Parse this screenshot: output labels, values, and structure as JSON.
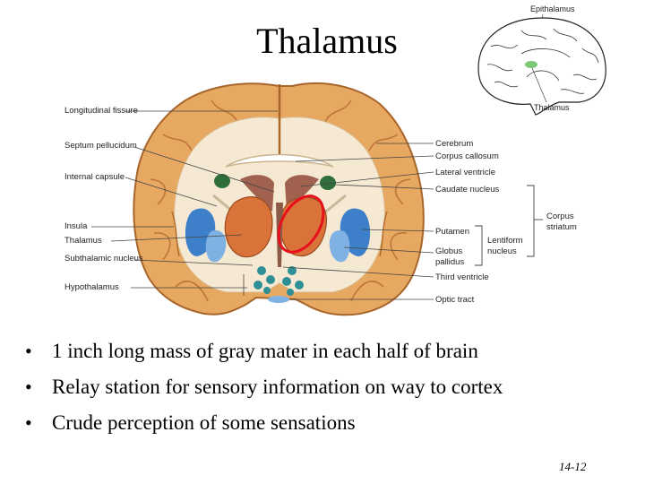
{
  "slide": {
    "title": "Thalamus",
    "slide_number": "14-12"
  },
  "figure": {
    "left_labels": [
      "Longitudinal fissure",
      "Septum pellucidum",
      "Internal capsule",
      "Insula",
      "Thalamus",
      "Subthalamic nucleus",
      "Hypothalamus"
    ],
    "right_labels": [
      "Cerebrum",
      "Corpus callosum",
      "Lateral ventricle",
      "Caudate nucleus",
      "Putamen",
      "Globus pallidus",
      "Third ventricle",
      "Optic tract"
    ],
    "bracket_labels": {
      "corpus_striatum": "Corpus striatum",
      "lentiform_nucleus": "Lentiform nucleus"
    },
    "inset_labels": {
      "top": "Epithalamus",
      "bottom": "Thalamus"
    },
    "colors": {
      "highlight": "#e8101b",
      "thalamus": "#d9733a",
      "putamen": "#3d7fc9",
      "caudate": "#2f6d3a",
      "gray_matter": "#e7a861"
    }
  },
  "bullets": [
    "1 inch long mass of gray mater in each half of brain",
    "Relay station for sensory information on way to cortex",
    "Crude perception of some sensations"
  ]
}
